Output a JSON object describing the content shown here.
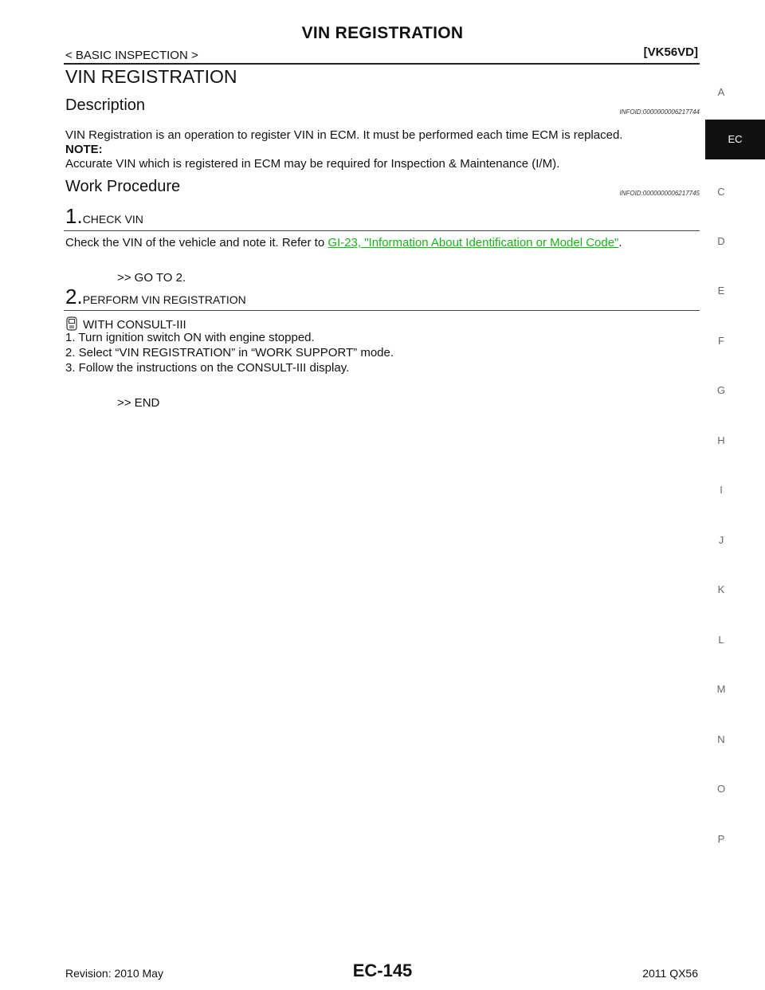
{
  "header": {
    "title": "VIN REGISTRATION",
    "section": "< BASIC INSPECTION >",
    "engine_code": "[VK56VD]"
  },
  "page_title": "VIN REGISTRATION",
  "description": {
    "heading": "Description",
    "infoid": "INFOID:0000000006217744",
    "text": "VIN Registration is an operation to register VIN in ECM. It must be performed each time ECM is replaced.",
    "note_label": "NOTE:",
    "note_text": "Accurate VIN which is registered in ECM may be required for Inspection & Maintenance (I/M)."
  },
  "work_procedure": {
    "heading": "Work Procedure",
    "infoid": "INFOID:0000000006217745",
    "step1": {
      "number": "1.",
      "label": "CHECK VIN",
      "text_before": "Check the VIN of the vehicle and note it. Refer to ",
      "link": "GI-23, \"Information About Identification or Model Code\"",
      "text_after": ".",
      "next": ">> GO TO 2."
    },
    "step2": {
      "number": "2.",
      "label": "PERFORM VIN REGISTRATION",
      "tool": "WITH CONSULT-III",
      "items": [
        "1.    Turn ignition switch ON with engine stopped.",
        "2.    Select “VIN REGISTRATION” in “WORK SUPPORT” mode.",
        "3.    Follow the instructions on the CONSULT-III display."
      ],
      "next": ">> END"
    }
  },
  "sidebar": {
    "active": "EC",
    "letters": [
      "A",
      "C",
      "D",
      "E",
      "F",
      "G",
      "H",
      "I",
      "J",
      "K",
      "L",
      "M",
      "N",
      "O",
      "P"
    ]
  },
  "footer": {
    "revision": "Revision: 2010 May",
    "page": "EC-145",
    "model": "2011 QX56"
  }
}
